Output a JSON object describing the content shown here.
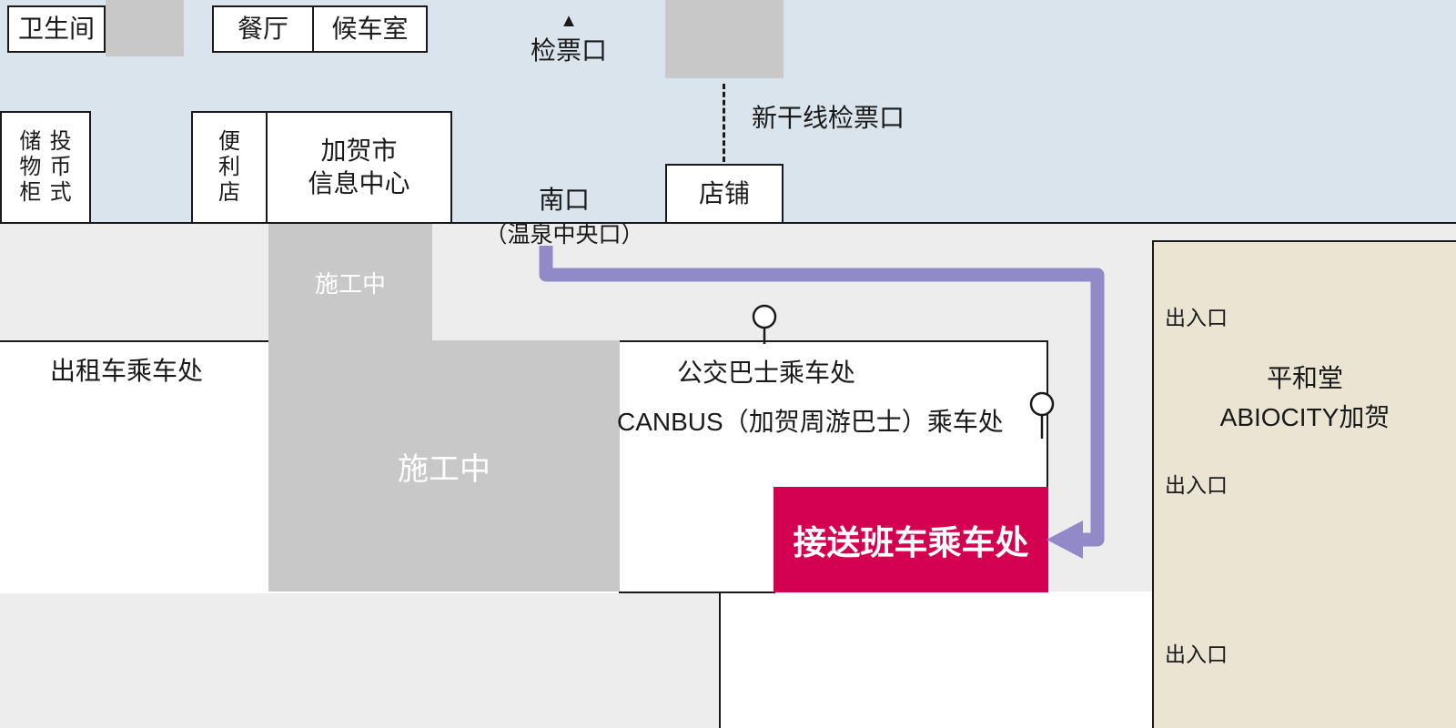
{
  "colors": {
    "station_blue": "#d9e4ec",
    "ground_gray": "#ededed",
    "box_gray": "#c8c8c8",
    "accent_red": "#d40050",
    "route_purple": "#9189c8",
    "abiocity_beige": "#e9e5d2",
    "line_black": "#1a1a1a"
  },
  "station": {
    "toilet": "卫生间",
    "restaurant": "餐厅",
    "waiting_room": "候车室",
    "ticket_gate": "检票口",
    "ticket_gate_marker": "▲",
    "shinkansen_gate": "新干线检票口",
    "lockers_col1": "储物柜",
    "lockers_col2": "投币式",
    "convenience_store": "便利店",
    "info_center_line1": "加贺市",
    "info_center_line2": "信息中心",
    "south_exit_line1": "南口",
    "south_exit_line2": "（温泉中央口）",
    "shop": "店铺"
  },
  "plaza": {
    "construction": "施工中",
    "taxi_stand": "出租车乘车处",
    "bus_stop": "公交巴士乘车处",
    "canbus_stop": "CANBUS（加贺周游巴士）乘车处",
    "shuttle_stop": "接送班车乘车处"
  },
  "abiocity": {
    "name_line1": "平和堂",
    "name_line2": "ABIOCITY加贺",
    "entrance": "出入口"
  }
}
